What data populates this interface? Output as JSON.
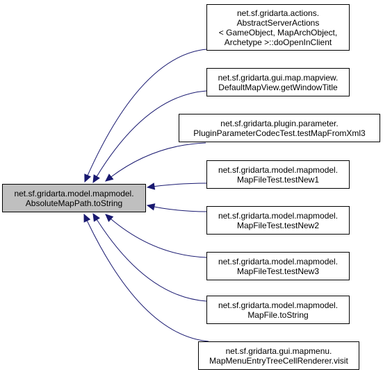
{
  "colors": {
    "edge": "#191970",
    "focus_fill": "#bfbfbf",
    "node_border": "#000000",
    "node_fill": "#ffffff"
  },
  "focus_node": {
    "lines": [
      "net.sf.gridarta.model.mapmodel.",
      "AbsoluteMapPath.toString"
    ]
  },
  "callers": [
    {
      "lines": [
        "net.sf.gridarta.actions.",
        "AbstractServerActions",
        "< GameObject, MapArchObject,",
        "Archetype >::doOpenInClient"
      ]
    },
    {
      "lines": [
        "net.sf.gridarta.gui.map.mapview.",
        "DefaultMapView.getWindowTitle"
      ]
    },
    {
      "lines": [
        "net.sf.gridarta.plugin.parameter.",
        "PluginParameterCodecTest.testMapFromXml3"
      ]
    },
    {
      "lines": [
        "net.sf.gridarta.model.mapmodel.",
        "MapFileTest.testNew1"
      ]
    },
    {
      "lines": [
        "net.sf.gridarta.model.mapmodel.",
        "MapFileTest.testNew2"
      ]
    },
    {
      "lines": [
        "net.sf.gridarta.model.mapmodel.",
        "MapFileTest.testNew3"
      ]
    },
    {
      "lines": [
        "net.sf.gridarta.model.mapmodel.",
        "MapFile.toString"
      ]
    },
    {
      "lines": [
        "net.sf.gridarta.gui.mapmenu.",
        "MapMenuEntryTreeCellRenderer.visit"
      ]
    }
  ]
}
